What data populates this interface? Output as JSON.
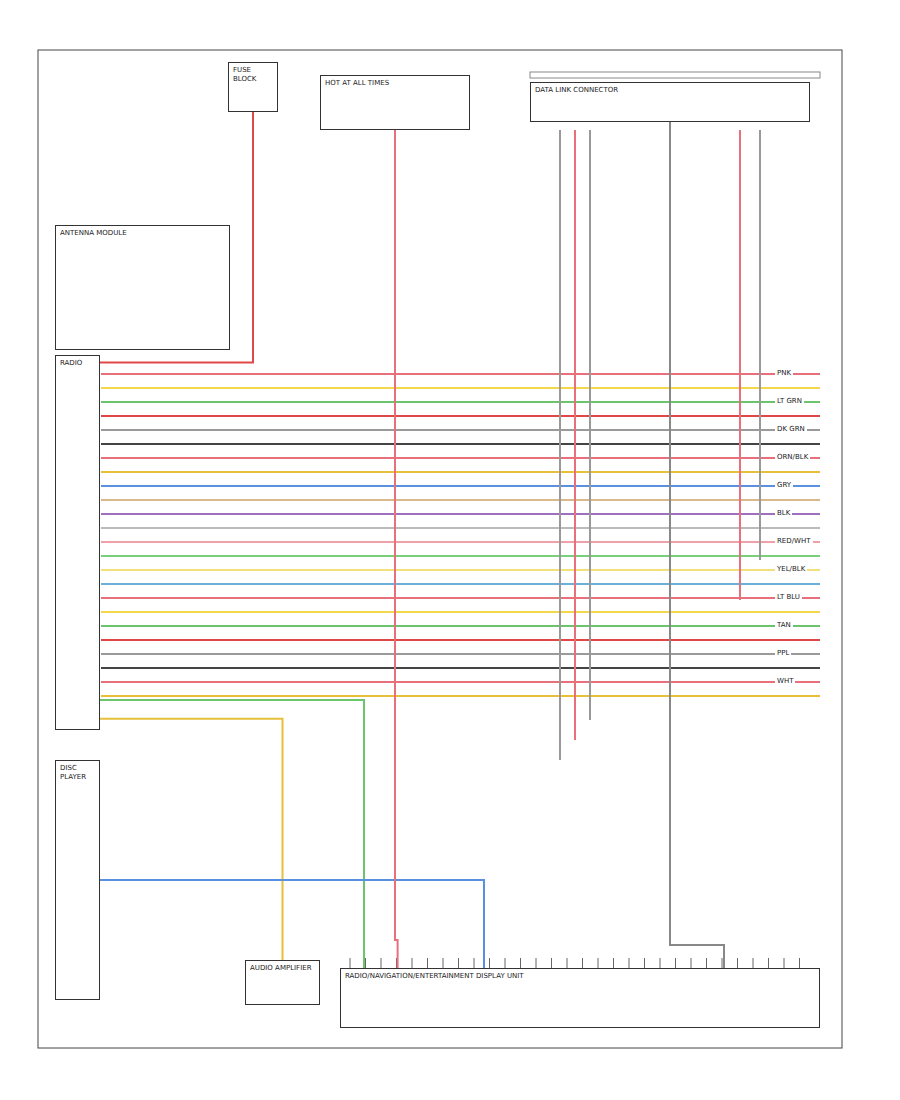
{
  "diagram": {
    "nodes": [
      {
        "text": [
          "FUSE BLOCK"
        ]
      },
      {
        "text": [
          "HOT AT ALL TIMES"
        ]
      },
      {
        "text": [
          "DATA LINK CONNECTOR"
        ]
      },
      {
        "text": [
          "ANTENNA MODULE"
        ]
      },
      {
        "text": [
          "RADIO"
        ]
      },
      {
        "text": [
          "DISC PLAYER"
        ]
      },
      {
        "text": [
          "AUDIO AMPLIFIER"
        ]
      },
      {
        "text": [
          "RADIO/NAVIGATION/ENTERTAINMENT DISPLAY UNIT"
        ]
      }
    ],
    "edges": [
      {
        "from": 4,
        "to": 7,
        "arrow": "none"
      },
      {
        "from": 4,
        "to": 6,
        "arrow": "none"
      },
      {
        "from": 5,
        "to": 7,
        "arrow": "none"
      },
      {
        "from": 0,
        "to": 4,
        "arrow": "none"
      },
      {
        "from": 1,
        "to": 7,
        "arrow": "none"
      },
      {
        "from": 2,
        "to": 7,
        "arrow": "none"
      }
    ],
    "labels": [
      "PNK",
      "LT GRN",
      "DK GRN",
      "ORN/BLK",
      "GRY",
      "BLK",
      "RED/WHT",
      "YEL/BLK",
      "LT BLU",
      "TAN",
      "PPL",
      "WHT"
    ]
  }
}
